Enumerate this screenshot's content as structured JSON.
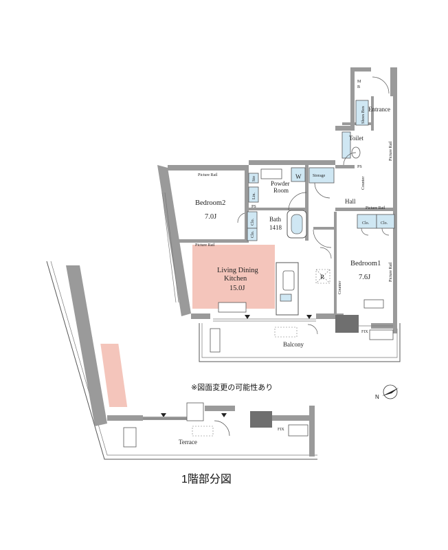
{
  "floorplan": {
    "rooms": {
      "bedroom2_name": "Bedroom2",
      "bedroom2_size": "7.0J",
      "bedroom1_name": "Bedroom1",
      "bedroom1_size": "7.6J",
      "ldk_line1": "Living Dining",
      "ldk_line2": "Kitchen",
      "ldk_size": "15.0J",
      "powder_line1": "Powder",
      "powder_line2": "Room",
      "bath_name": "Bath",
      "bath_code": "1418",
      "hall": "Hall",
      "entrance": "Entrance",
      "toilet": "Toilet",
      "balcony": "Balcony",
      "terrace": "Terrace"
    },
    "fixtures": {
      "storage": "Storage",
      "w": "W",
      "mb_m": "M",
      "mb_b": "B",
      "ps": "PS",
      "counter": "Counter",
      "shoes_box": "Shoes Box",
      "sto": "Sto",
      "lin": "Lin.",
      "clo": "Clo.",
      "r": "R",
      "fix": "FIX",
      "picture_rail": "Picture Rail"
    },
    "notes": {
      "change_note": "※図面変更の可能性あり",
      "caption": "1階部分図"
    },
    "colors": {
      "ldk_highlight": "#f4c5bb",
      "fixture_blue": "#cfe7f3",
      "wall_gray": "#9a9a9a"
    }
  }
}
